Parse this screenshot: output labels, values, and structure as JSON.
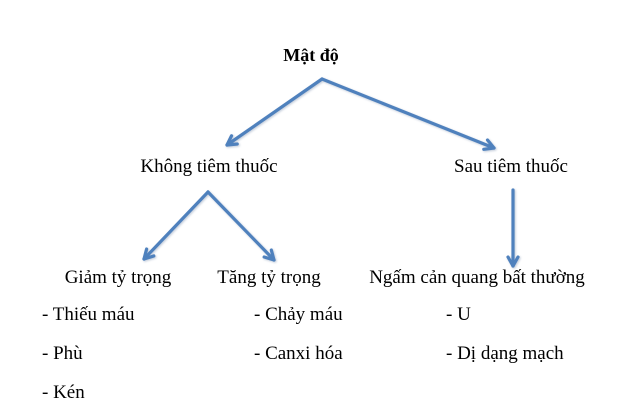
{
  "tree": {
    "root": "Mật độ",
    "branches": [
      {
        "label": "Không tiêm thuốc"
      },
      {
        "label": "Sau tiêm thuốc"
      }
    ],
    "categories": [
      {
        "label": "Giảm tỷ trọng",
        "items": [
          "- Thiếu máu",
          "- Phù",
          "- Kén"
        ]
      },
      {
        "label": "Tăng tỷ trọng",
        "items": [
          "- Chảy máu",
          "- Canxi hóa"
        ]
      },
      {
        "label": "Ngấm cản quang bất thường",
        "items": [
          "- U",
          "- Dị dạng mạch"
        ]
      }
    ]
  },
  "colors": {
    "arrow": "#4f81bd",
    "text": "#000000",
    "background": "#ffffff"
  }
}
